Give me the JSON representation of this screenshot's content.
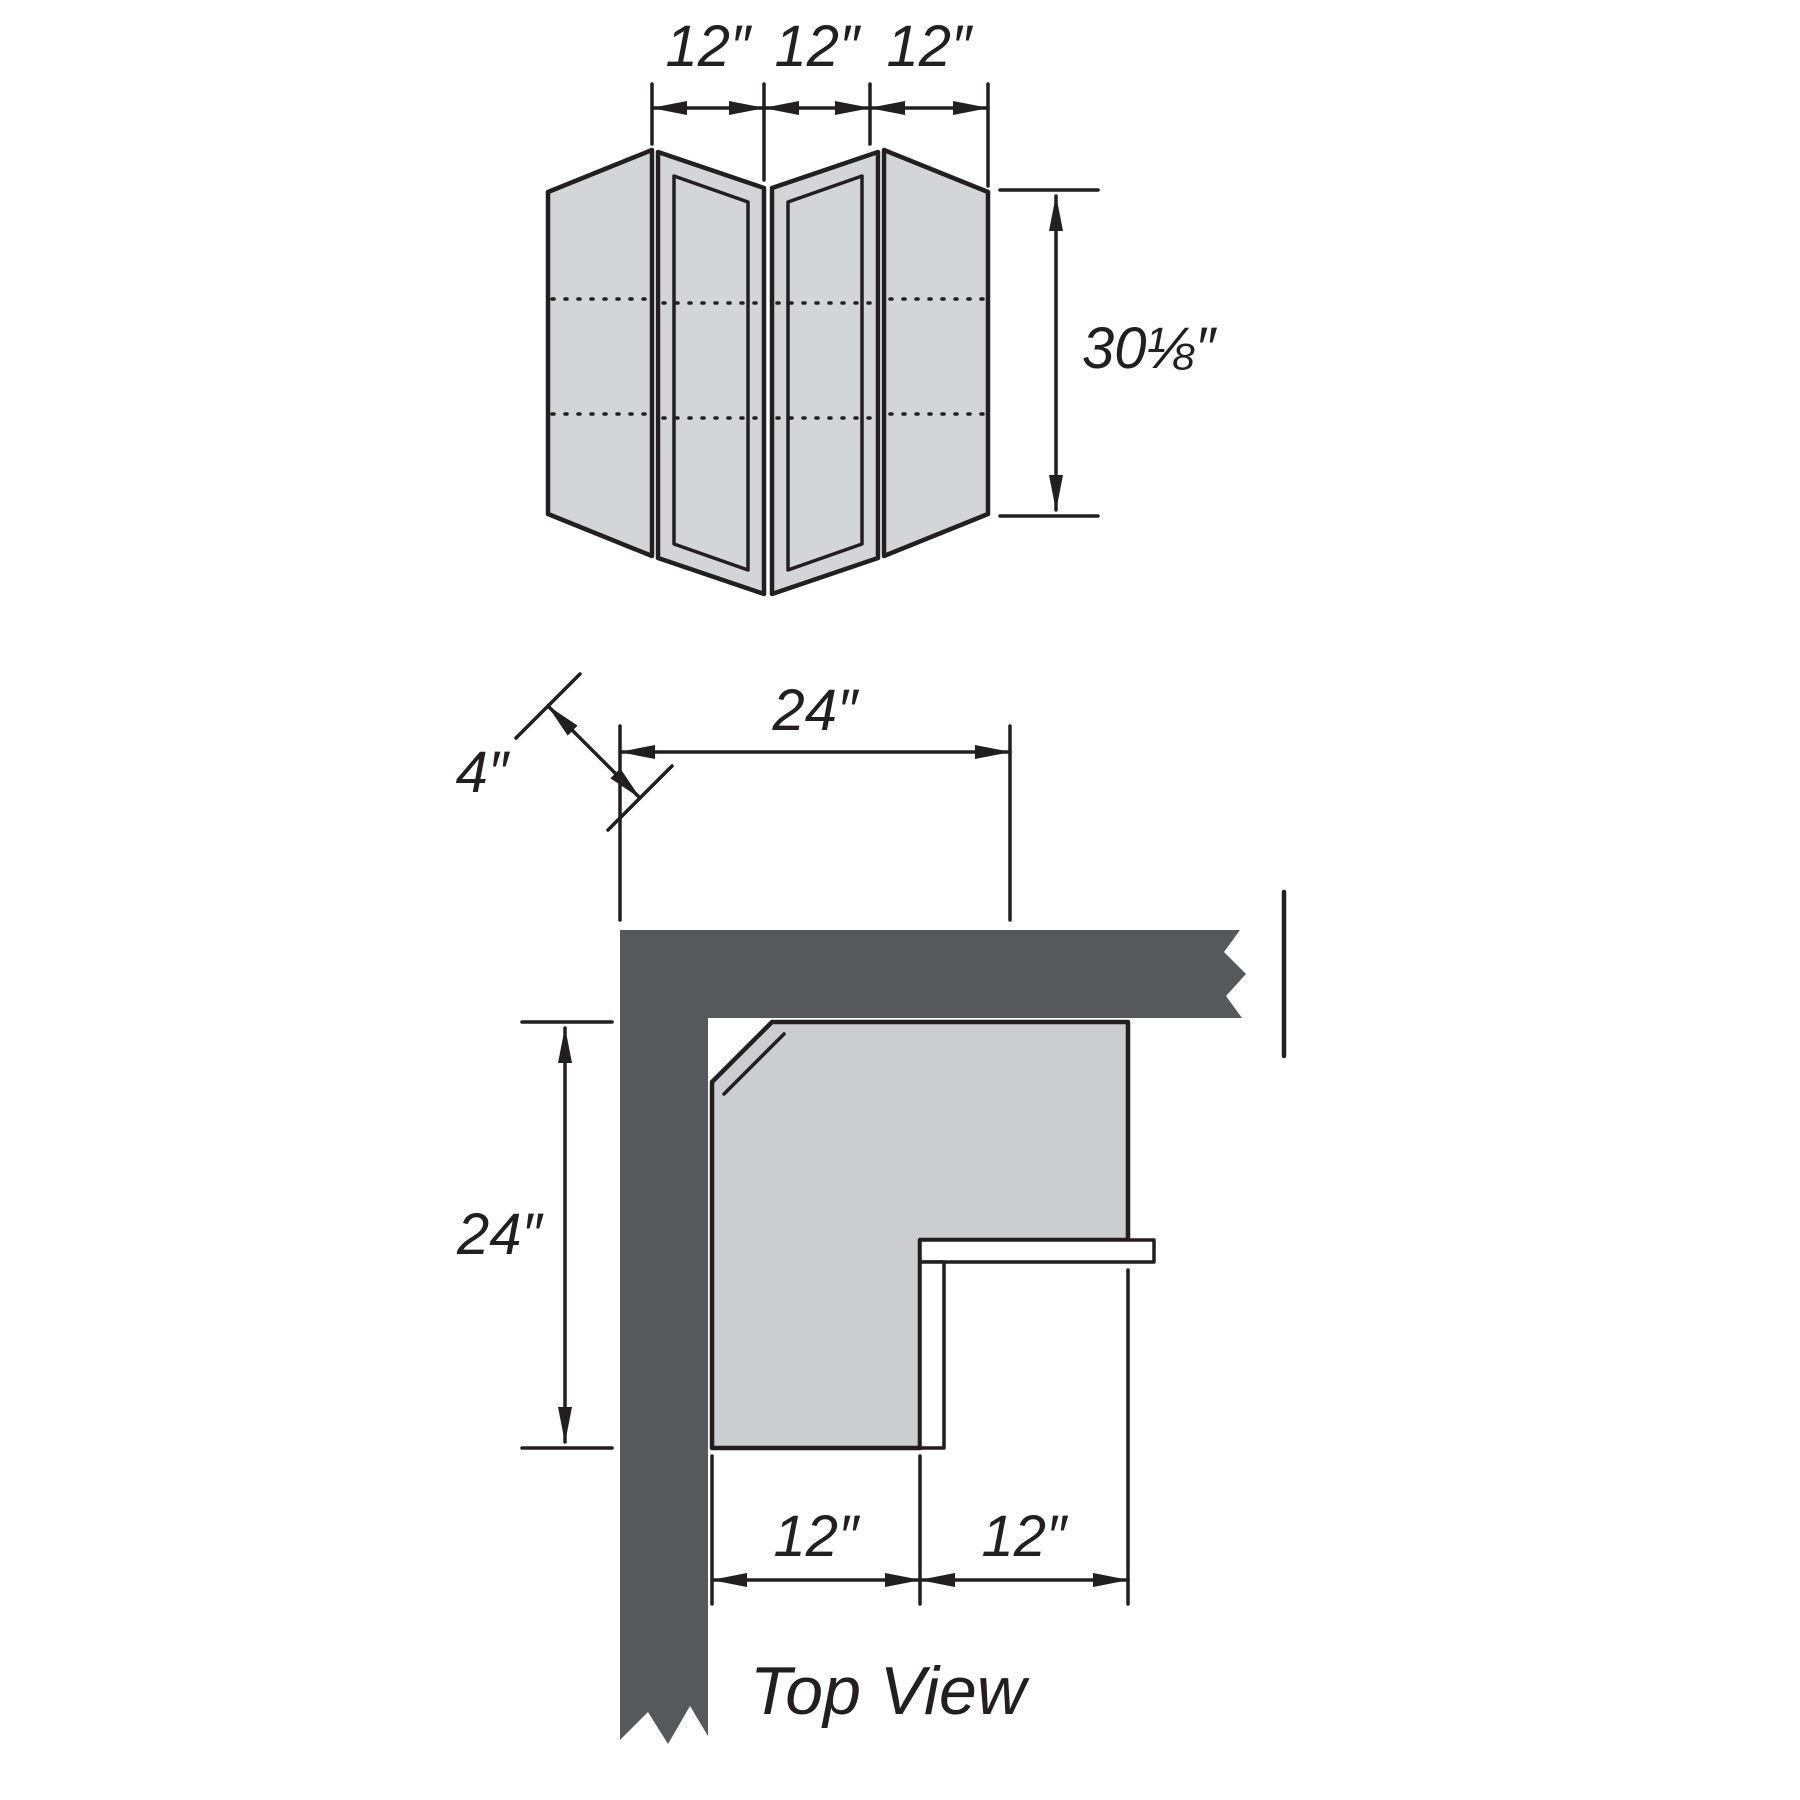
{
  "colors": {
    "ink": "#231f20",
    "wall_fill": "#57585c",
    "cabinet_fill": "#cccdce",
    "door_fill": "#d4d5d6",
    "background": "#ffffff"
  },
  "front_view": {
    "top_dims": [
      "12″",
      "12″",
      "12″"
    ],
    "height_dim": "30⅛″"
  },
  "top_view": {
    "wall_thickness_dim": "4″",
    "width_dim": "24″",
    "depth_dim": "24″",
    "bottom_dims": [
      "12″",
      "12″"
    ],
    "caption": "Top View"
  }
}
